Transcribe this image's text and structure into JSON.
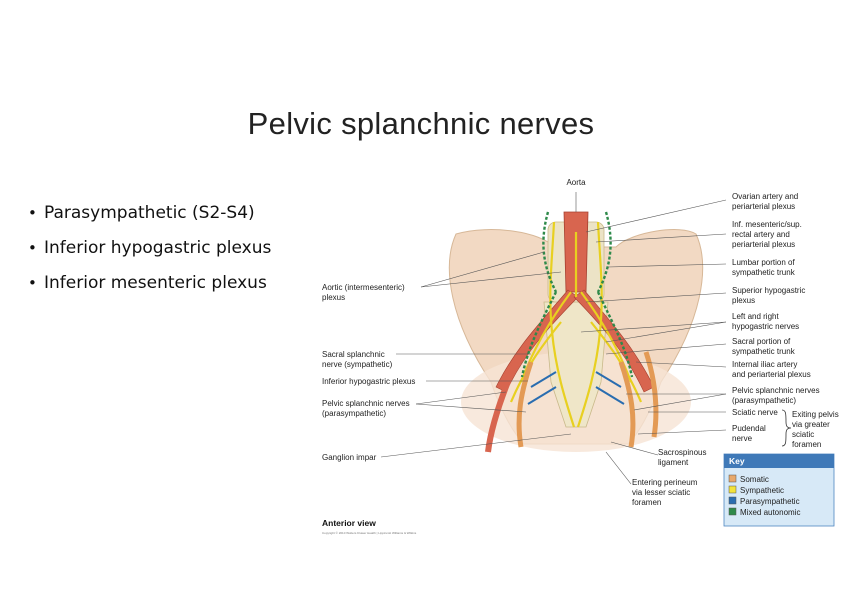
{
  "slide": {
    "title": "Pelvic splanchnic nerves",
    "bullets": [
      "Parasympathetic (S2-S4)",
      "Inferior hypogastric plexus",
      "Inferior mesenteric plexus"
    ]
  },
  "figure": {
    "top_label": "Aorta",
    "left_labels": [
      [
        "Aortic (intermesenteric)",
        "plexus"
      ],
      [
        "Sacral splanchnic",
        "nerve (sympathetic)"
      ],
      [
        "Inferior hypogastric plexus"
      ],
      [
        "Pelvic splanchnic nerves",
        "(parasympathetic)"
      ],
      [
        "Ganglion impar"
      ]
    ],
    "right_labels": [
      [
        "Ovarian artery and",
        "periarterial plexus"
      ],
      [
        "Inf. mesenteric/sup.",
        "rectal artery and",
        "periarterial plexus"
      ],
      [
        "Lumbar portion of",
        "sympathetic trunk"
      ],
      [
        "Superior hypogastric",
        "plexus"
      ],
      [
        "Left and right",
        "hypogastric nerves"
      ],
      [
        "Sacral portion of",
        "sympathetic trunk"
      ],
      [
        "Internal iliac artery",
        "and periarterial plexus"
      ],
      [
        "Pelvic splanchnic nerves",
        "(parasympathetic)"
      ],
      [
        "Sciatic nerve"
      ],
      [
        "Pudendal",
        "nerve"
      ]
    ],
    "exiting_label": [
      "Exiting pelvis",
      "via greater",
      "sciatic",
      "foramen"
    ],
    "bottom_labels": [
      [
        "Sacrospinous",
        "ligament"
      ],
      [
        "Entering perineum",
        "via lesser sciatic",
        "foramen"
      ]
    ],
    "view_label": "Anterior view",
    "copyright": "Copyright © 2010 Wolters Kluwer Health | Lippincott Williams & Wilkins",
    "key": {
      "title": "Key",
      "items": [
        {
          "label": "Somatic",
          "color": "#e8a86a"
        },
        {
          "label": "Sympathetic",
          "color": "#f2e23a"
        },
        {
          "label": "Parasympathetic",
          "color": "#2a6db0"
        },
        {
          "label": "Mixed autonomic",
          "color": "#2e8a4a"
        }
      ]
    }
  }
}
